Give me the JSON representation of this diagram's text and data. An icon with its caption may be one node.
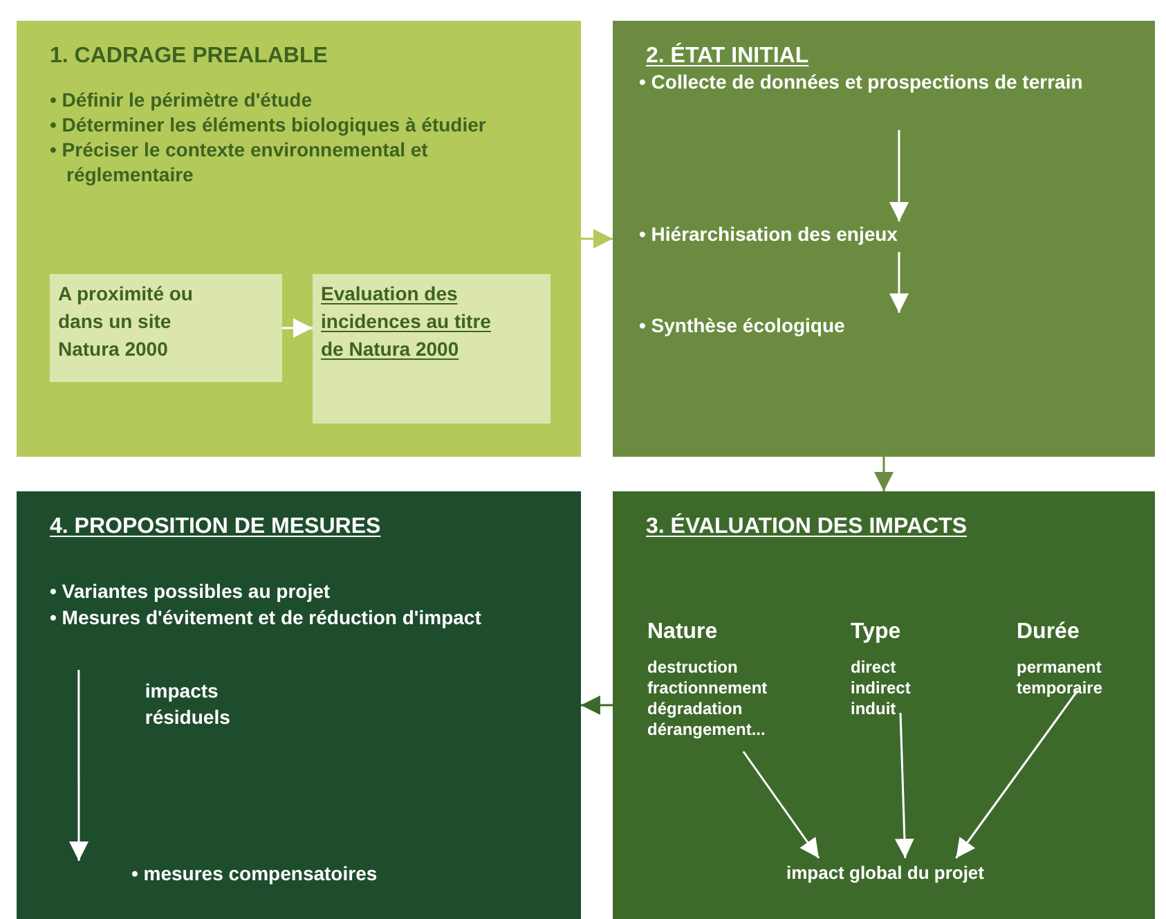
{
  "diagram": {
    "nodes": [
      {
        "text": [
          "1. CADRAGE PREALABLE",
          "• Définir le périmètre d'étude",
          "• Déterminer les éléments biologiques à étudier",
          "• Préciser le contexte environnemental et réglementaire"
        ]
      },
      {
        "text": [
          "A proximité ou dans un site Natura 2000"
        ],
        "in": 0
      },
      {
        "text": [
          "Evaluation des incidences au titre de Natura 2000"
        ],
        "in": 0
      },
      {
        "text": [
          "2. ÉTAT INITIAL"
        ]
      },
      {
        "text": [
          "• Collecte de données et prospections de terrain"
        ],
        "in": 3
      },
      {
        "text": [
          "• Hiérarchisation des enjeux"
        ],
        "in": 3
      },
      {
        "text": [
          "• Synthèse écologique"
        ],
        "in": 3
      },
      {
        "text": [
          "3. ÉVALUATION DES IMPACTS"
        ]
      },
      {
        "text": [
          "Nature",
          "destruction fractionnement dégradation dérangement..."
        ],
        "in": 7
      },
      {
        "text": [
          "Type",
          "direct indirect induit"
        ],
        "in": 7
      },
      {
        "text": [
          "Durée",
          "permanent temporaire"
        ],
        "in": 7
      },
      {
        "text": [
          "impact global du projet"
        ],
        "in": 7
      },
      {
        "text": [
          "4. PROPOSITION DE MESURES"
        ]
      },
      {
        "text": [
          "• Variantes possibles au projet",
          "• Mesures d'évitement et de réduction d'impact"
        ],
        "in": 12
      },
      {
        "text": [
          "• mesures compensatoires"
        ],
        "in": 12
      }
    ],
    "edges": [
      {
        "from": 0,
        "to": 3,
        "arrow": "to",
        "color": "#b3c95a"
      },
      {
        "from": 1,
        "to": 2,
        "arrow": "to"
      },
      {
        "from": 4,
        "to": 5,
        "arrow": "to"
      },
      {
        "from": 5,
        "to": 6,
        "arrow": "to"
      },
      {
        "from": 3,
        "to": 7,
        "arrow": "to",
        "color": "#6b8c40"
      },
      {
        "from": 8,
        "to": 11,
        "arrow": "to"
      },
      {
        "from": 9,
        "to": 11,
        "arrow": "to"
      },
      {
        "from": 10,
        "to": 11,
        "arrow": "to"
      },
      {
        "from": 7,
        "to": 12,
        "arrow": "to",
        "color": "#3d6a2b"
      },
      {
        "from": 13,
        "to": 14,
        "arrow": "to",
        "label": "impacts résiduels"
      }
    ]
  }
}
